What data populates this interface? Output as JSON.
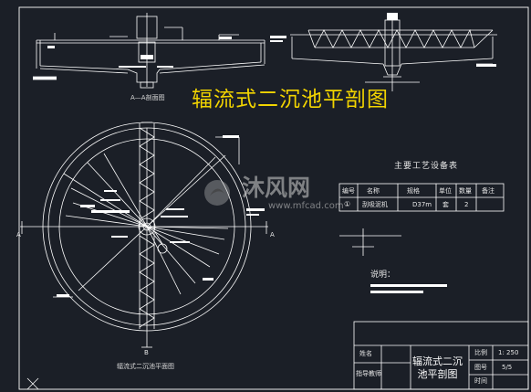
{
  "title": "辐流式二沉池平剖图",
  "section_label": "A—A剖面图",
  "plan_label": "辐流式二沉池平面图",
  "section_markers": {
    "a": "A",
    "b": "B"
  },
  "equipment_table": {
    "title": "主要工艺设备表",
    "headers": [
      "编号",
      "名称",
      "规格",
      "单位",
      "数量",
      "备注"
    ],
    "rows": [
      {
        "no": "①",
        "name": "刮吸泥机",
        "spec": "D37m",
        "unit": "套",
        "qty": "2",
        "note": ""
      }
    ]
  },
  "notes_label": "说明：",
  "title_block": {
    "drawing_title_line1": "辐流式二沉",
    "drawing_title_line2": "池平剖图",
    "name_label": "姓名",
    "teacher_label": "指导教师",
    "scale_label": "比例",
    "scale_value": "1: 250",
    "sheet_label": "图号",
    "sheet_value": "5/5",
    "time_label": "时间"
  },
  "watermark": {
    "brand": "沐风网",
    "url": "www.mfcad.com"
  },
  "colors": {
    "background": "#1b1f27",
    "lines": "#ffffff",
    "accent": "#f2d400"
  }
}
